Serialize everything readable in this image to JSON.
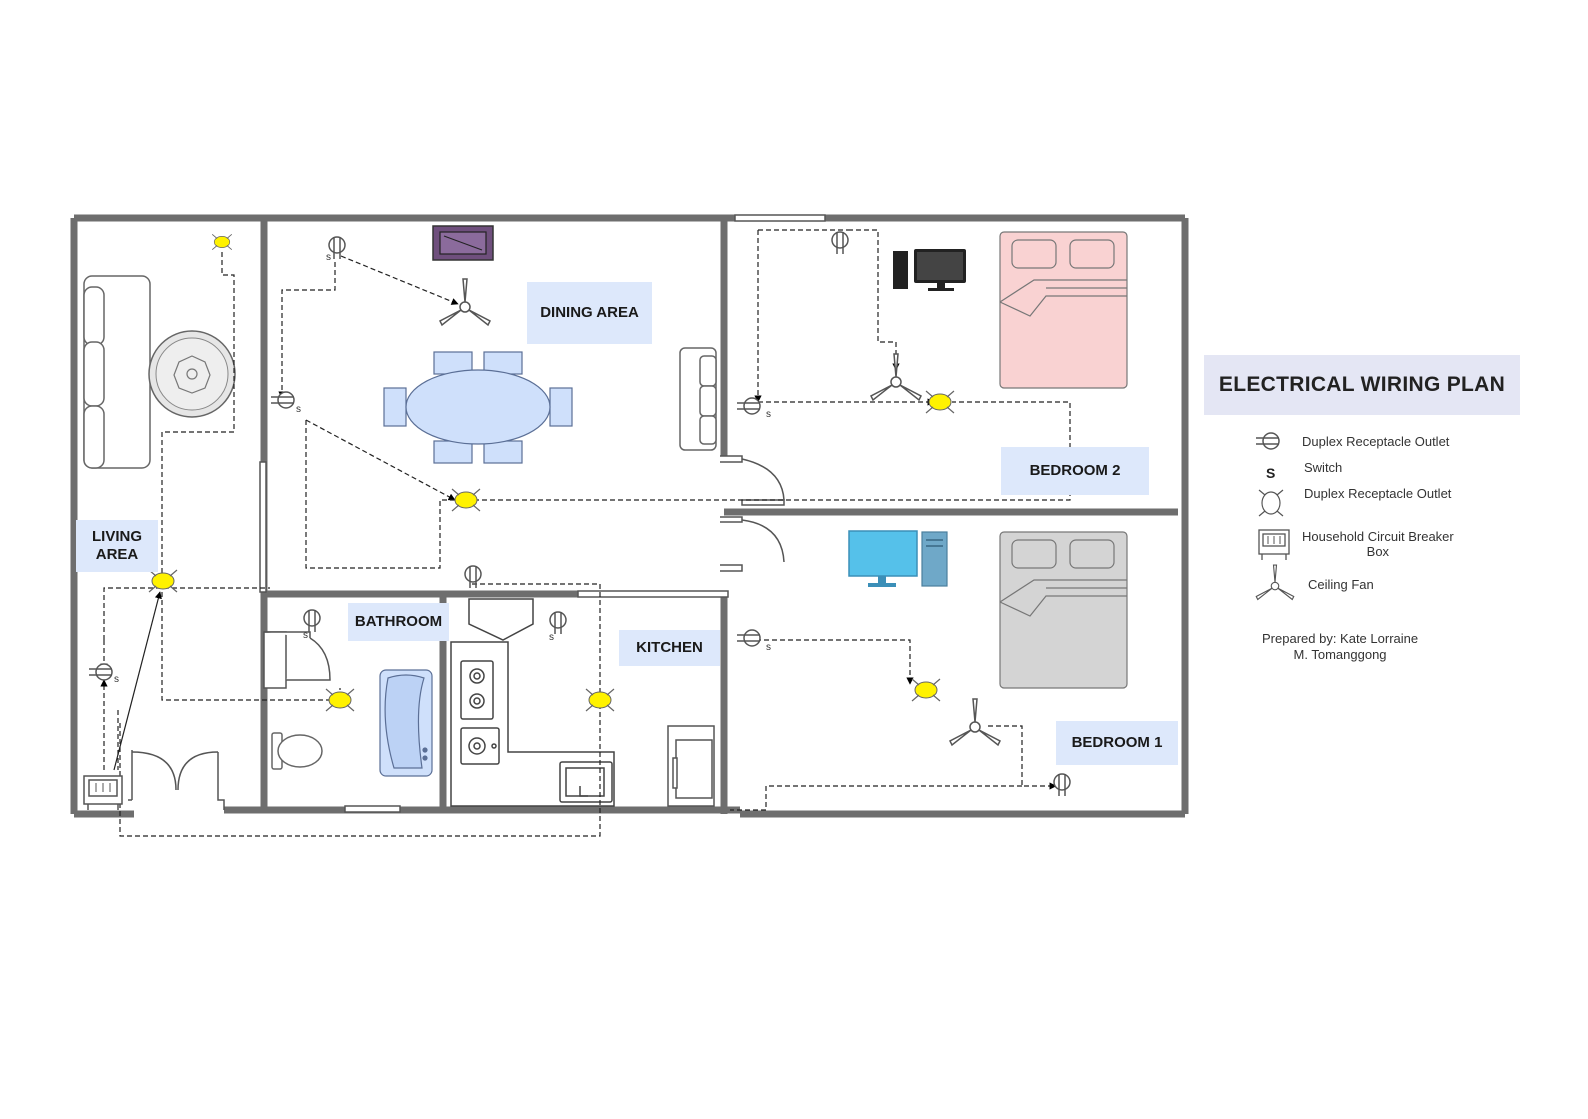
{
  "title": "ELECTRICAL WIRING PLAN",
  "rooms": {
    "living": "LIVING\nAREA",
    "dining": "DINING AREA",
    "bedroom2": "BEDROOM 2",
    "bathroom": "BATHROOM",
    "kitchen": "KITCHEN",
    "bedroom1": "BEDROOM 1"
  },
  "legend": {
    "items": [
      {
        "symbol": "duplex-receptacle-icon",
        "label": "Duplex Receptacle Outlet"
      },
      {
        "symbol": "S",
        "label": "Switch"
      },
      {
        "symbol": "light-outlet-icon",
        "label": "Duplex Receptacle Outlet"
      },
      {
        "symbol": "circuit-breaker-icon",
        "label": "Household Circuit Breaker\nBox"
      },
      {
        "symbol": "ceiling-fan-icon",
        "label": "Ceiling Fan"
      }
    ]
  },
  "prepared_by": "Prepared by: Kate Lorraine\nM. Tomanggong",
  "switch_mark": "s",
  "colors": {
    "wall": "#6e6e6e",
    "label_bg": "#dde8fb",
    "light": "#fff200",
    "bed2": "#f9d2d2",
    "bed1": "#d4d4d4",
    "furniture_blue": "#cfe0fb",
    "tv": "#55c1ea"
  }
}
